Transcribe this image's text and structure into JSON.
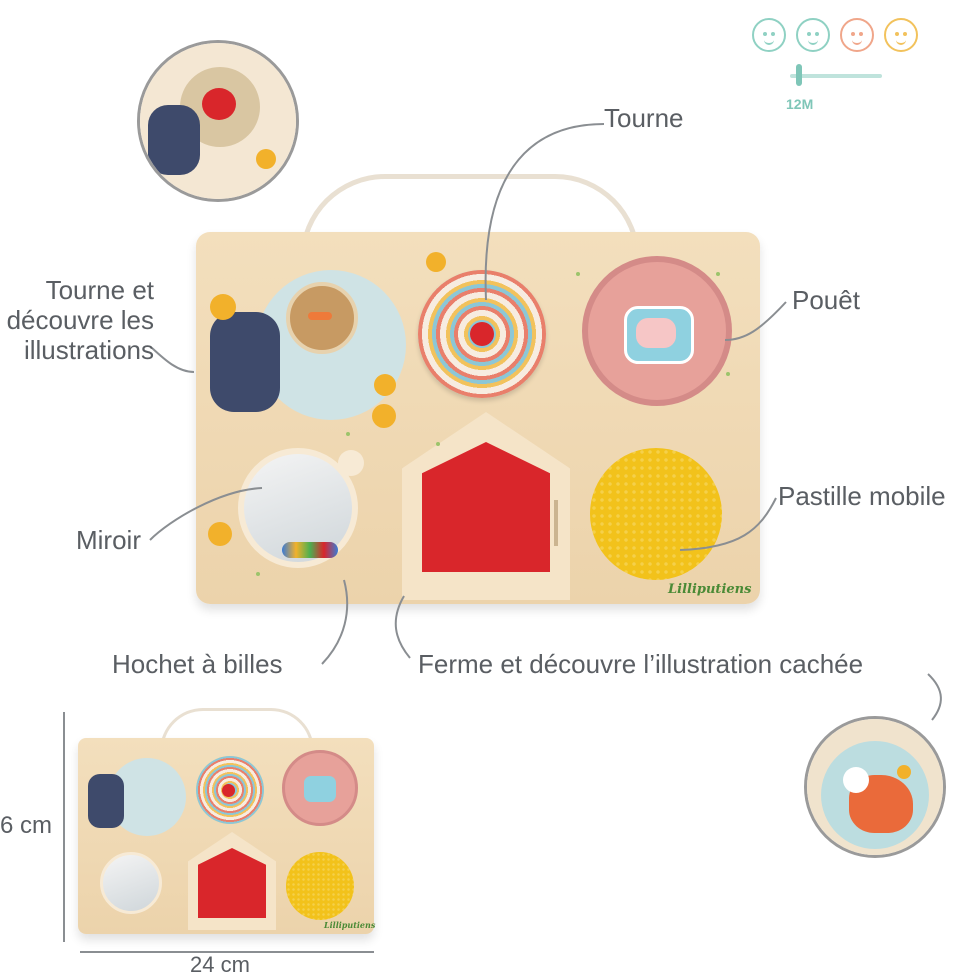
{
  "labels": {
    "tourne": "Tourne",
    "pouet": "Pouêt",
    "tourne_decouvre": "Tourne et\ndécouvre les\nillustrations",
    "pastille": "Pastille mobile",
    "miroir": "Miroir",
    "hochet": "Hochet à billes",
    "ferme": "Ferme et découvre l’illustration cachée"
  },
  "age": {
    "label": "12M"
  },
  "brand": "Lilliputiens",
  "dimensions": {
    "height": "6 cm",
    "width": "24 cm"
  },
  "colors": {
    "label_text": "#5a5e63",
    "wood": "#efd8b2",
    "pink_flower": "#e7a19a",
    "red_window": "#d9262b",
    "yellow_mesh": "#f2c21b",
    "age_active": "#7fc6b8"
  }
}
